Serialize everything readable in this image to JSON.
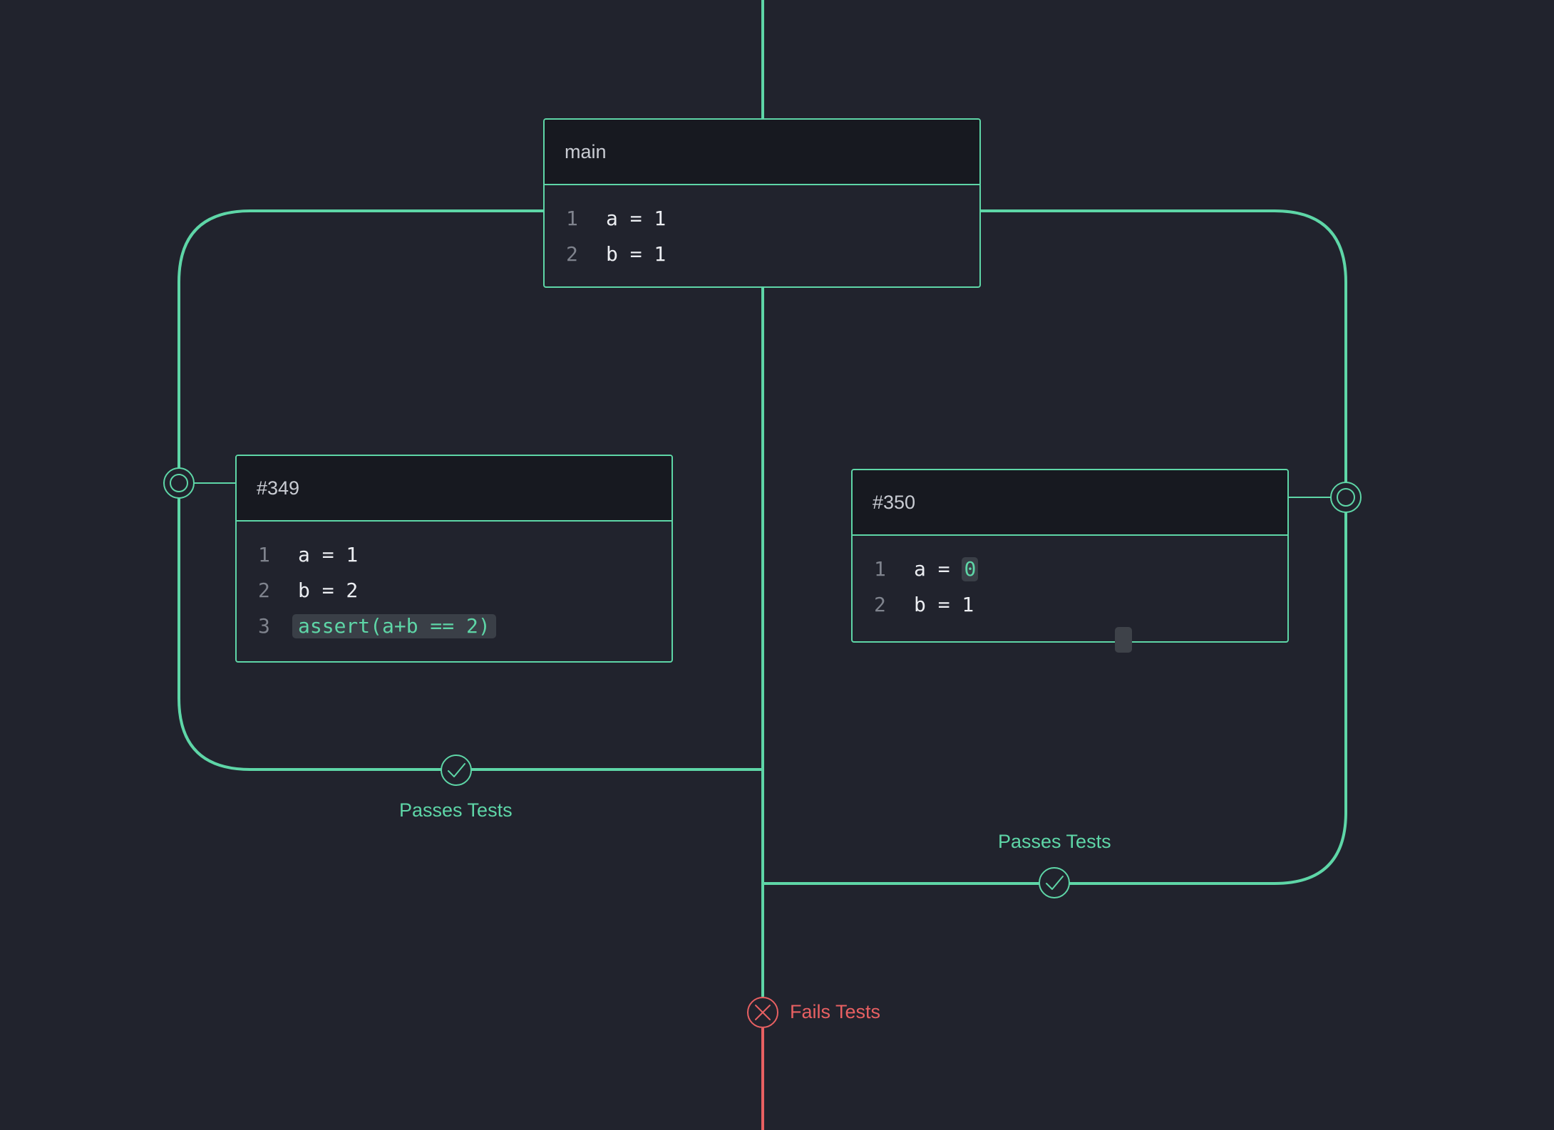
{
  "colors": {
    "background": "#21232d",
    "header_bg": "#171920",
    "accent": "#5ed6a7",
    "fail": "#e86062",
    "line_number": "#7f838d",
    "code_text": "#eceef2"
  },
  "branches": {
    "main": {
      "title": "main",
      "lines": [
        {
          "num": "1",
          "text": "a = 1"
        },
        {
          "num": "2",
          "text": "b = 1"
        }
      ]
    },
    "pr349": {
      "title": "#349",
      "lines": [
        {
          "num": "1",
          "text": "a = 1"
        },
        {
          "num": "2",
          "text": "b = 2"
        },
        {
          "num": "3",
          "text": "assert(a+b == 2)"
        }
      ]
    },
    "pr350": {
      "title": "#350",
      "lines": [
        {
          "num": "1",
          "prefix": "a = ",
          "highlight": "0"
        },
        {
          "num": "2",
          "text": "b = 1"
        }
      ]
    }
  },
  "results": {
    "left_merge": {
      "label": "Passes Tests",
      "status": "pass",
      "icon": "check-icon"
    },
    "right_merge": {
      "label": "Passes Tests",
      "status": "pass",
      "icon": "check-icon"
    },
    "trunk": {
      "label": "Fails Tests",
      "status": "fail",
      "icon": "x-icon"
    }
  },
  "icons": {
    "branch_point": "commit-node-icon",
    "pass": "check-circle-icon",
    "fail": "x-circle-icon"
  }
}
